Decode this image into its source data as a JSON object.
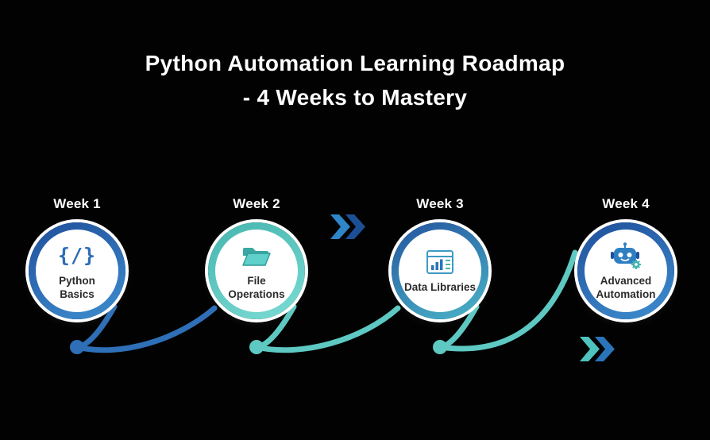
{
  "title": {
    "line1": "Python Automation Learning Roadmap",
    "line2": "- 4 Weeks to Mastery"
  },
  "weeks": [
    {
      "label": "Week 1",
      "name": "Python Basics",
      "icon": "code-braces-icon",
      "icon_glyph": "{/}",
      "ring1": "#1f4f9b",
      "ring2": "#3e8ed0"
    },
    {
      "label": "Week 2",
      "name": "File Operations",
      "icon": "folder-icon",
      "ring1": "#45b5af",
      "ring2": "#7cdcd5"
    },
    {
      "label": "Week 3",
      "name": "Data Libraries",
      "icon": "chart-window-icon",
      "ring1": "#24549f",
      "ring2": "#4ab6c8"
    },
    {
      "label": "Week 4",
      "name": "Advanced Automation",
      "icon": "robot-icon",
      "ring1": "#1f4f9b",
      "ring2": "#3e8ed0"
    }
  ],
  "colors": {
    "line_blue": "#2e6fb7",
    "line_teal": "#5ec8c2",
    "chevron1_left": "#2e86c8",
    "chevron1_right": "#1d4f96",
    "chevron2_left": "#4fc3bd",
    "chevron2_right": "#2a74ba"
  }
}
